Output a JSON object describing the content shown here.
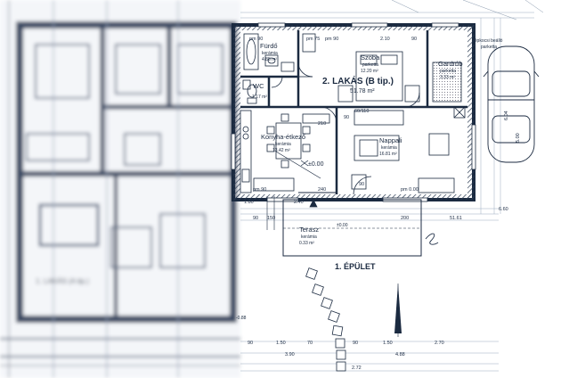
{
  "rooms": {
    "furdo": {
      "name": "Fürdő",
      "floor": "kerámia",
      "area": "4.85 m²"
    },
    "wc": {
      "name": "WC",
      "area": "1.17 m²"
    },
    "szoba": {
      "name": "Szoba",
      "floor": "parketta",
      "area": "12.20 m²"
    },
    "gardrob": {
      "name": "Gardrób",
      "floor": "parketta",
      "area": "3.33 m²"
    },
    "konyha": {
      "name": "Konyha-étkező",
      "floor": "kerámia",
      "area": "13.42 m²"
    },
    "nappali": {
      "name": "Nappali",
      "floor": "kerámia",
      "area": "16.81 m²"
    },
    "terasz": {
      "name": "Terasz",
      "floor": "kerámia",
      "area": "0.33 m²"
    }
  },
  "unit": {
    "title": "2. LAKÁS (B tip.)",
    "area": "51.78 m²"
  },
  "unit_left": {
    "title": "1. LAKÁS (A tip.)"
  },
  "building": {
    "label": "1. ÉPÜLET"
  },
  "parking": {
    "label": "gépkocsi beálló",
    "floor": "parketta"
  },
  "elevation": {
    "floor": "±0.00",
    "ground": "-0.88"
  },
  "dimensions": {
    "top": [
      "pm 90",
      "pm 75",
      "pm 90",
      "2.10",
      "90"
    ],
    "bottom_row1": [
      "90",
      "1.50",
      "70",
      "90",
      "1.50",
      "2.70"
    ],
    "bottom_row2": [
      "3.90",
      "4.88"
    ],
    "right": [
      "6.04",
      "5.00"
    ],
    "misc": [
      "60/110",
      "90",
      "pm 90",
      "240",
      "90",
      "210",
      "pm 0.00",
      "200",
      "150",
      "90",
      "1.80",
      "2.40",
      "2.72",
      "6.60",
      "51.61"
    ]
  },
  "colors": {
    "line": "#1b2a40",
    "grid": "#8fa3b8",
    "paper": "#ffffff"
  }
}
